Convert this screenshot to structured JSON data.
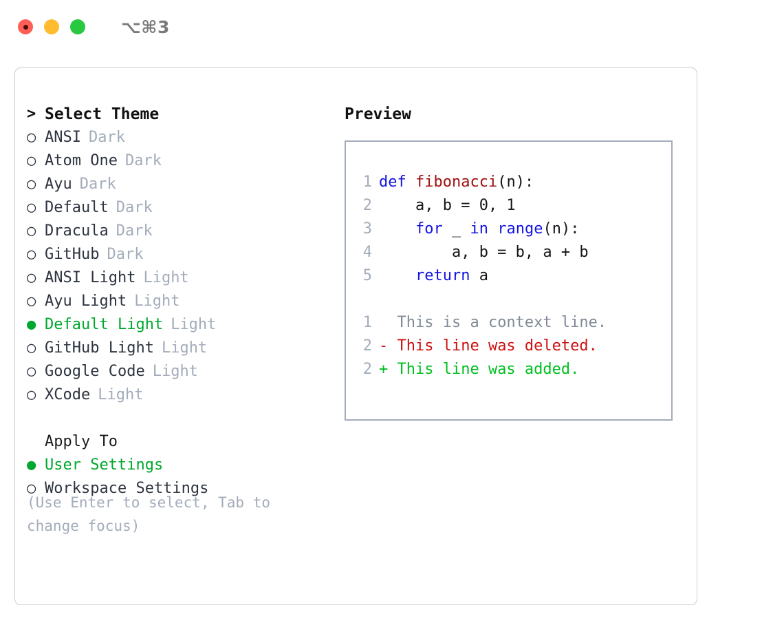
{
  "titlebar": {
    "shortcut": "⌥⌘3",
    "lights": [
      "close-red",
      "minimize-yellow",
      "maximize-green"
    ]
  },
  "left": {
    "header": {
      "caret": ">",
      "label": "Select Theme"
    },
    "themes": [
      {
        "marker": "○",
        "name": "ANSI",
        "kind": "Dark",
        "selected": false
      },
      {
        "marker": "○",
        "name": "Atom One",
        "kind": "Dark",
        "selected": false
      },
      {
        "marker": "○",
        "name": "Ayu",
        "kind": "Dark",
        "selected": false
      },
      {
        "marker": "○",
        "name": "Default",
        "kind": "Dark",
        "selected": false
      },
      {
        "marker": "○",
        "name": "Dracula",
        "kind": "Dark",
        "selected": false
      },
      {
        "marker": "○",
        "name": "GitHub",
        "kind": "Dark",
        "selected": false
      },
      {
        "marker": "○",
        "name": "ANSI Light",
        "kind": "Light",
        "selected": false
      },
      {
        "marker": "○",
        "name": "Ayu Light",
        "kind": "Light",
        "selected": false
      },
      {
        "marker": "●",
        "name": "Default Light",
        "kind": "Light",
        "selected": true
      },
      {
        "marker": "○",
        "name": "GitHub Light",
        "kind": "Light",
        "selected": false
      },
      {
        "marker": "○",
        "name": "Google Code",
        "kind": "Light",
        "selected": false
      },
      {
        "marker": "○",
        "name": "XCode",
        "kind": "Light",
        "selected": false
      }
    ],
    "apply_to": {
      "label": "Apply To",
      "options": [
        {
          "marker": "●",
          "name": "User Settings",
          "selected": true
        },
        {
          "marker": "○",
          "name": "Workspace Settings",
          "selected": false
        }
      ]
    },
    "hint": "(Use Enter to select, Tab to change focus)"
  },
  "right": {
    "preview_title": "Preview",
    "code_lines": [
      {
        "no": "1",
        "tokens": [
          {
            "t": "def ",
            "c": "kw"
          },
          {
            "t": "fibonacci",
            "c": "fn"
          },
          {
            "t": "(n):",
            "c": "pl"
          }
        ]
      },
      {
        "no": "2",
        "tokens": [
          {
            "t": "    a, b = 0, 1",
            "c": "pl"
          }
        ]
      },
      {
        "no": "3",
        "tokens": [
          {
            "t": "    ",
            "c": "pl"
          },
          {
            "t": "for",
            "c": "kw"
          },
          {
            "t": " _ ",
            "c": "pl"
          },
          {
            "t": "in",
            "c": "kw"
          },
          {
            "t": " ",
            "c": "pl"
          },
          {
            "t": "range",
            "c": "kw"
          },
          {
            "t": "(n):",
            "c": "pl"
          }
        ]
      },
      {
        "no": "4",
        "tokens": [
          {
            "t": "        a, b = b, a + b",
            "c": "pl"
          }
        ]
      },
      {
        "no": "5",
        "tokens": [
          {
            "t": "    ",
            "c": "pl"
          },
          {
            "t": "return",
            "c": "kw"
          },
          {
            "t": " a",
            "c": "pl"
          }
        ]
      }
    ],
    "diff_lines": [
      {
        "no": "1",
        "sign": " ",
        "text": " This is a context line.",
        "c": "ctx"
      },
      {
        "no": "2",
        "sign": "-",
        "text": " This line was deleted.",
        "c": "del"
      },
      {
        "no": "2",
        "sign": "+",
        "text": " This line was added.",
        "c": "add"
      }
    ]
  },
  "colors": {
    "accent_green": "#00a82d",
    "muted": "#a3acba",
    "keyword_blue": "#1414e0",
    "function_red": "#a01010",
    "diff_add": "#00c020",
    "diff_del": "#cc1111",
    "border": "#c9cdd3"
  }
}
